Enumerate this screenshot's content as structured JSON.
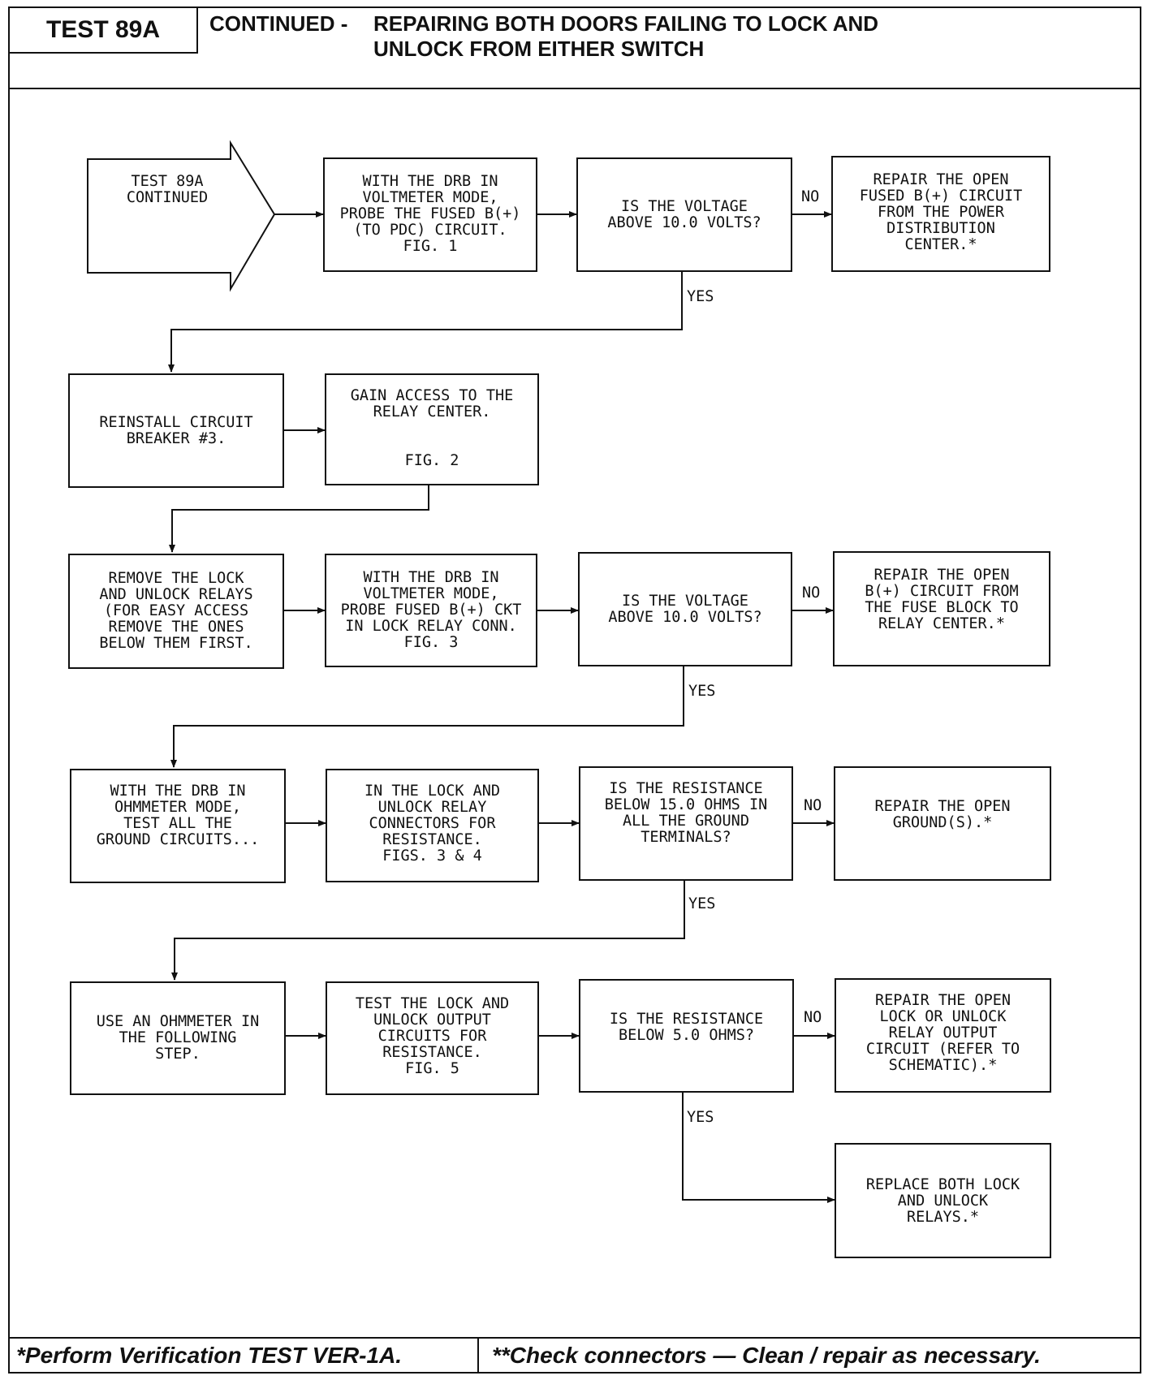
{
  "header": {
    "test_id": "TEST 89A",
    "title_prefix": "CONTINUED -",
    "title": "REPAIRING BOTH DOORS FAILING TO LOCK AND\nUNLOCK FROM EITHER SWITCH"
  },
  "flow": {
    "start": "TEST 89A\nCONTINUED",
    "r1_probe": "WITH THE DRB IN\nVOLTMETER MODE,\nPROBE THE FUSED B(+)\n(TO PDC) CIRCUIT.\nFIG. 1",
    "r1_question": "IS THE VOLTAGE\nABOVE 10.0 VOLTS?",
    "r1_no_action": "REPAIR THE OPEN\nFUSED B(+) CIRCUIT\nFROM THE POWER\nDISTRIBUTION\nCENTER.*",
    "r2_reinstall": "REINSTALL CIRCUIT\nBREAKER #3.",
    "r2_access": "GAIN ACCESS TO THE\nRELAY CENTER.\n\n\nFIG. 2",
    "r3_remove": "REMOVE THE LOCK\nAND UNLOCK RELAYS\n(FOR EASY ACCESS\nREMOVE THE ONES\nBELOW THEM FIRST.",
    "r3_probe": "WITH THE DRB IN\nVOLTMETER MODE,\nPROBE FUSED B(+) CKT\nIN LOCK RELAY CONN.\nFIG. 3",
    "r3_question": "IS THE VOLTAGE\nABOVE 10.0 VOLTS?",
    "r3_no_action": "REPAIR THE OPEN\nB(+) CIRCUIT FROM\nTHE FUSE BLOCK TO\nRELAY CENTER.*",
    "r4_ohmmeter": "WITH THE DRB IN\nOHMMETER MODE,\nTEST ALL THE\nGROUND CIRCUITS...",
    "r4_connectors": "IN THE LOCK AND\nUNLOCK RELAY\nCONNECTORS FOR\nRESISTANCE.\nFIGS. 3 & 4",
    "r4_question": "IS THE RESISTANCE\nBELOW 15.0 OHMS IN\nALL THE GROUND\nTERMINALS?",
    "r4_no_action": "REPAIR THE OPEN\nGROUND(S).*",
    "r5_use": "USE AN OHMMETER IN\nTHE FOLLOWING\nSTEP.",
    "r5_test": "TEST THE LOCK AND\nUNLOCK OUTPUT\nCIRCUITS FOR\nRESISTANCE.\nFIG. 5",
    "r5_question": "IS THE RESISTANCE\nBELOW 5.0 OHMS?",
    "r5_no_action": "REPAIR THE OPEN\nLOCK OR UNLOCK\nRELAY OUTPUT\nCIRCUIT (REFER TO\nSCHEMATIC).*",
    "r5_yes_action": "REPLACE BOTH LOCK\nAND UNLOCK\nRELAYS.*",
    "yes_label": "YES",
    "no_label": "NO"
  },
  "footer": {
    "left": "*Perform Verification TEST VER-1A.",
    "right": "**Check connectors — Clean / repair as necessary."
  }
}
